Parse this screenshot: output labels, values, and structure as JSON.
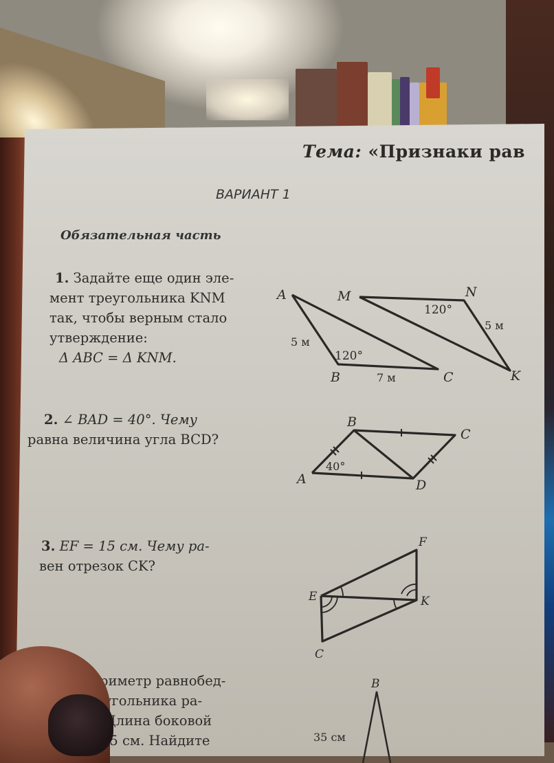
{
  "worksheet": {
    "topic_label": "Тема:",
    "topic_text": "«Признаки рав",
    "variant": "ВАРИАНТ 1",
    "section": "Обязательная часть"
  },
  "questions": [
    {
      "number": "1.",
      "lines": [
        "Задайте еще один эле-",
        "мент треугольника KNM",
        "так, чтобы верным стало",
        "утверждение:",
        "Δ ABC = Δ KNM."
      ],
      "figure": {
        "labels": {
          "A": "A",
          "B": "B",
          "C": "C",
          "M": "M",
          "N": "N",
          "K": "K"
        },
        "ab": "5 м",
        "bc": "7 м",
        "angle_b": "120°",
        "angle_n": "120°",
        "nk": "5 м"
      }
    },
    {
      "number": "2.",
      "lines": [
        "∠ BAD = 40°. Чему",
        "равна величина угла BCD?"
      ],
      "figure": {
        "labels": {
          "A": "A",
          "B": "B",
          "C": "C",
          "D": "D"
        },
        "angle_a": "40°"
      }
    },
    {
      "number": "3.",
      "lines": [
        "EF = 15 см. Чему ра-",
        "вен отрезок CK?"
      ],
      "figure": {
        "labels": {
          "E": "E",
          "F": "F",
          "K": "K",
          "C": "C"
        }
      }
    },
    {
      "number": "",
      "lines": [
        "риметр равнобед-",
        "угольника ра-",
        "Длина боковой",
        "35 см. Найдите"
      ],
      "figure": {
        "labels": {
          "B": "B"
        },
        "side": "35 см"
      }
    }
  ]
}
